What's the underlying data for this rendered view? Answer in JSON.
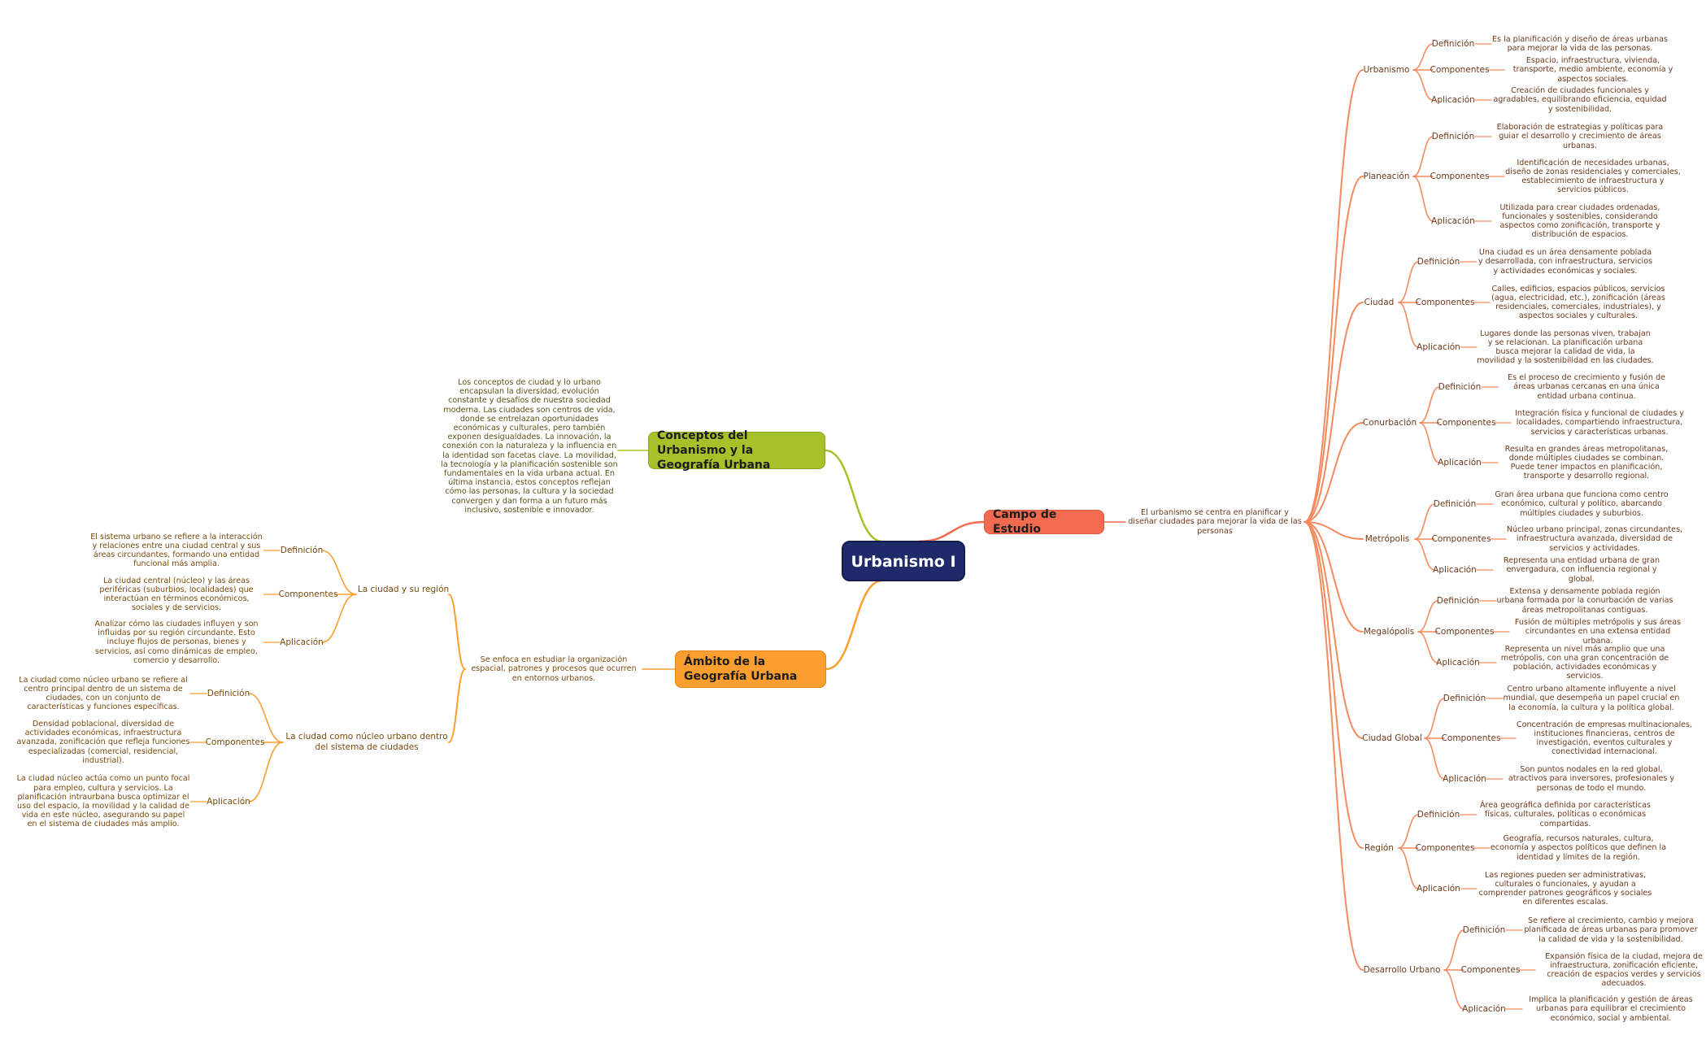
{
  "root": {
    "label": "Urbanismo I"
  },
  "colors": {
    "root": "#1f2a6b",
    "campo": "#f26a4f",
    "conceptos": "#a6c22a",
    "ambito": "#fa9e2f"
  },
  "conceptos": {
    "label": "Conceptos del Urbanismo y la Geografía Urbana",
    "text": "Los conceptos de ciudad y lo urbano encapsulan la diversidad, evolución constante y desafíos de nuestra sociedad moderna. Las ciudades son centros de vida, donde se entrelazan oportunidades económicas y culturales, pero también exponen desigualdades. La innovación, la conexión con la naturaleza y la influencia en la identidad son facetas clave. La movilidad, la tecnología y la planificación sostenible son fundamentales en la vida urbana actual. En última instancia, estos conceptos reflejan cómo las personas, la cultura y la sociedad convergen y dan forma a un futuro más inclusivo, sostenible e innovador."
  },
  "campo": {
    "label": "Campo de Estudio",
    "text": "El urbanismo se centra en planificar y diseñar ciudades para mejorar la vida de las personas",
    "topics": [
      {
        "label": "Urbanismo",
        "items": [
          {
            "label": "Definición",
            "text": "Es la planificación y diseño de áreas urbanas para mejorar la vida de las personas."
          },
          {
            "label": "Componentes",
            "text": "Espacio, infraestructura, vivienda, transporte, medio ambiente, economía y aspectos sociales."
          },
          {
            "label": "Aplicación",
            "text": "Creación de ciudades funcionales y agradables, equilibrando eficiencia, equidad y sostenibilidad."
          }
        ]
      },
      {
        "label": "Planeación",
        "items": [
          {
            "label": "Definición",
            "text": "Elaboración de estrategias y políticas para guiar el desarrollo y crecimiento de áreas urbanas."
          },
          {
            "label": "Componentes",
            "text": "Identificación de necesidades urbanas, diseño de zonas residenciales y comerciales, establecimiento de infraestructura y servicios públicos."
          },
          {
            "label": "Aplicación",
            "text": "Utilizada para crear ciudades ordenadas, funcionales y sostenibles, considerando aspectos como zonificación, transporte y distribución de espacios."
          }
        ]
      },
      {
        "label": "Ciudad",
        "items": [
          {
            "label": "Definición",
            "text": "Una ciudad es un área densamente poblada y desarrollada, con infraestructura, servicios y actividades económicas y sociales."
          },
          {
            "label": "Componentes",
            "text": "Calles, edificios, espacios públicos, servicios (agua, electricidad, etc.), zonificación (áreas residenciales, comerciales, industriales), y aspectos sociales y culturales."
          },
          {
            "label": "Aplicación",
            "text": "Lugares donde las personas viven, trabajan y se relacionan. La planificación urbana busca mejorar la calidad de vida, la movilidad y la sostenibilidad en las ciudades."
          }
        ]
      },
      {
        "label": "Conurbación",
        "items": [
          {
            "label": "Definición",
            "text": "Es el proceso de crecimiento y fusión de áreas urbanas cercanas en una única entidad urbana continua."
          },
          {
            "label": "Componentes",
            "text": "Integración física y funcional de ciudades y localidades, compartiendo infraestructura, servicios y características urbanas."
          },
          {
            "label": "Aplicación",
            "text": "Resulta en grandes áreas metropolitanas, donde múltiples ciudades se combinan. Puede tener impactos en planificación, transporte y desarrollo regional."
          }
        ]
      },
      {
        "label": "Metrópolis",
        "items": [
          {
            "label": "Definición",
            "text": "Gran área urbana que funciona como centro económico, cultural y político, abarcando múltiples ciudades y suburbios."
          },
          {
            "label": "Componentes",
            "text": "Núcleo urbano principal, zonas circundantes, infraestructura avanzada, diversidad de servicios y actividades."
          },
          {
            "label": "Aplicación",
            "text": "Representa una entidad urbana de gran envergadura, con influencia regional y global."
          }
        ]
      },
      {
        "label": "Megalópolis",
        "items": [
          {
            "label": "Definición",
            "text": "Extensa y densamente poblada región urbana formada por la conurbación de varias áreas metropolitanas contiguas."
          },
          {
            "label": "Componentes",
            "text": "Fusión de múltiples metrópolis y sus áreas circundantes en una extensa entidad urbana."
          },
          {
            "label": "Aplicación",
            "text": "Representa un nivel más amplio que una metrópolis, con una gran concentración de población, actividades económicas y servicios."
          }
        ]
      },
      {
        "label": "Ciudad Global",
        "items": [
          {
            "label": "Definición",
            "text": "Centro urbano altamente influyente a nivel mundial, que desempeña un papel crucial en la economía, la cultura y la política global."
          },
          {
            "label": "Componentes",
            "text": "Concentración de empresas multinacionales, instituciones financieras, centros de investigación, eventos culturales y conectividad internacional."
          },
          {
            "label": "Aplicación",
            "text": "Son puntos nodales en la red global, atractivos para inversores, profesionales y personas de todo el mundo."
          }
        ]
      },
      {
        "label": "Región",
        "items": [
          {
            "label": "Definición",
            "text": "Área geográfica definida por características físicas, culturales, políticas o económicas compartidas."
          },
          {
            "label": "Componentes",
            "text": "Geografía, recursos naturales, cultura, economía y aspectos políticos que definen la identidad y límites de la región."
          },
          {
            "label": "Aplicación",
            "text": "Las regiones pueden ser administrativas, culturales o funcionales, y ayudan a comprender patrones geográficos y sociales en diferentes escalas."
          }
        ]
      },
      {
        "label": "Desarrollo Urbano",
        "items": [
          {
            "label": "Definición",
            "text": "Se refiere al crecimiento, cambio y mejora planificada de áreas urbanas para promover la calidad de vida y la sostenibilidad."
          },
          {
            "label": "Componentes",
            "text": "Expansión física de la ciudad, mejora de infraestructura, zonificación eficiente, creación de espacios verdes y servicios adecuados."
          },
          {
            "label": "Aplicación",
            "text": "Implica la planificación y gestión de áreas urbanas para equilibrar el crecimiento económico, social y ambiental."
          }
        ]
      }
    ]
  },
  "ambito": {
    "label": "Ámbito de la Geografía Urbana",
    "text": "Se enfoca en estudiar la organización espacial, patrones y procesos que ocurren en entornos urbanos.",
    "topics": [
      {
        "label": "La ciudad y su región",
        "items": [
          {
            "label": "Definición",
            "text": "El sistema urbano se refiere a la interacción y relaciones entre una ciudad central y sus áreas circundantes, formando una entidad funcional más amplia."
          },
          {
            "label": "Componentes",
            "text": "La ciudad central (núcleo) y las áreas periféricas (suburbios, localidades) que interactúan en términos económicos, sociales y de servicios."
          },
          {
            "label": "Aplicación",
            "text": "Analizar cómo las ciudades influyen y son influidas por su región circundante. Esto incluye flujos de personas, bienes y servicios, así como dinámicas de empleo, comercio y desarrollo."
          }
        ]
      },
      {
        "label": "La ciudad como núcleo urbano dentro del sistema de ciudades",
        "items": [
          {
            "label": "Definición",
            "text": "La ciudad como núcleo urbano se refiere al centro principal dentro de un sistema de ciudades, con un conjunto de características y funciones específicas."
          },
          {
            "label": "Componentes",
            "text": "Densidad poblacional, diversidad de actividades económicas, infraestructura avanzada, zonificación que refleja funciones especializadas (comercial, residencial, industrial)."
          },
          {
            "label": "Aplicación",
            "text": "La ciudad núcleo actúa como un punto focal para empleo, cultura y servicios. La planificación intraurbana busca optimizar el uso del espacio, la movilidad y la calidad de vida en este núcleo, asegurando su papel en el sistema de ciudades más amplio."
          }
        ]
      }
    ]
  }
}
